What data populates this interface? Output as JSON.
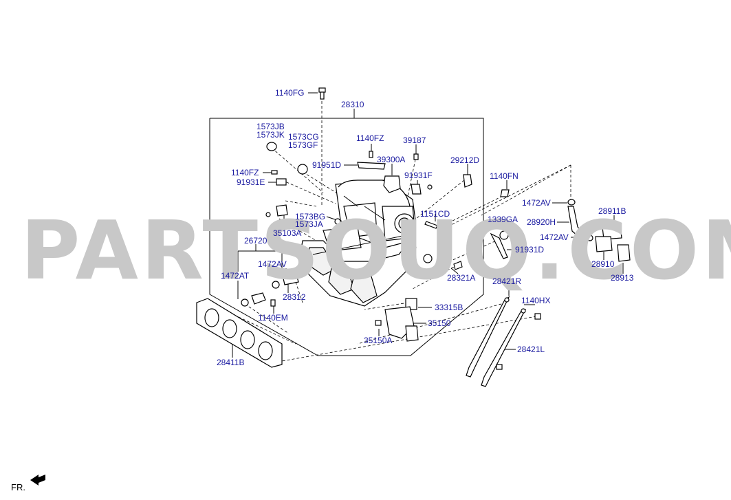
{
  "watermark": "PARTSOUQ.COM",
  "orientation_label": "FR.",
  "colors": {
    "label": "#1a1aa0",
    "line": "#000000",
    "watermark": "#c8c8c8"
  },
  "labels": {
    "l1140FG": "1140FG",
    "l28310": "28310",
    "l1573JB": "1573JB",
    "l1573JK": "1573JK",
    "l1573CG": "1573CG",
    "l1573GF": "1573GF",
    "l1140FZ_a": "1140FZ",
    "l39187": "39187",
    "l29212D": "29212D",
    "l91951D": "91951D",
    "l39300A": "39300A",
    "l1140FZ_b": "1140FZ",
    "l91931E": "91931E",
    "l91931F": "91931F",
    "l1140FN": "1140FN",
    "l1472AV_a": "1472AV",
    "l28911B": "28911B",
    "l1573BG": "1573BG",
    "l1573JA": "1573JA",
    "l1151CD": "1151CD",
    "l1339GA": "1339GA",
    "l28920H": "28920H",
    "l35103A": "35103A",
    "l1472AV_b": "1472AV",
    "l26720": "26720",
    "l91931D": "91931D",
    "l28910": "28910",
    "l1472AV_c": "1472AV",
    "l1472AT": "1472AT",
    "l28321A": "28321A",
    "l28913": "28913",
    "l28312": "28312",
    "l28421R": "28421R",
    "l1140HX": "1140HX",
    "l33315B": "33315B",
    "l1140EM": "1140EM",
    "l35150": "35150",
    "l35150A": "35150A",
    "l28421L": "28421L",
    "l28411B": "28411B"
  }
}
